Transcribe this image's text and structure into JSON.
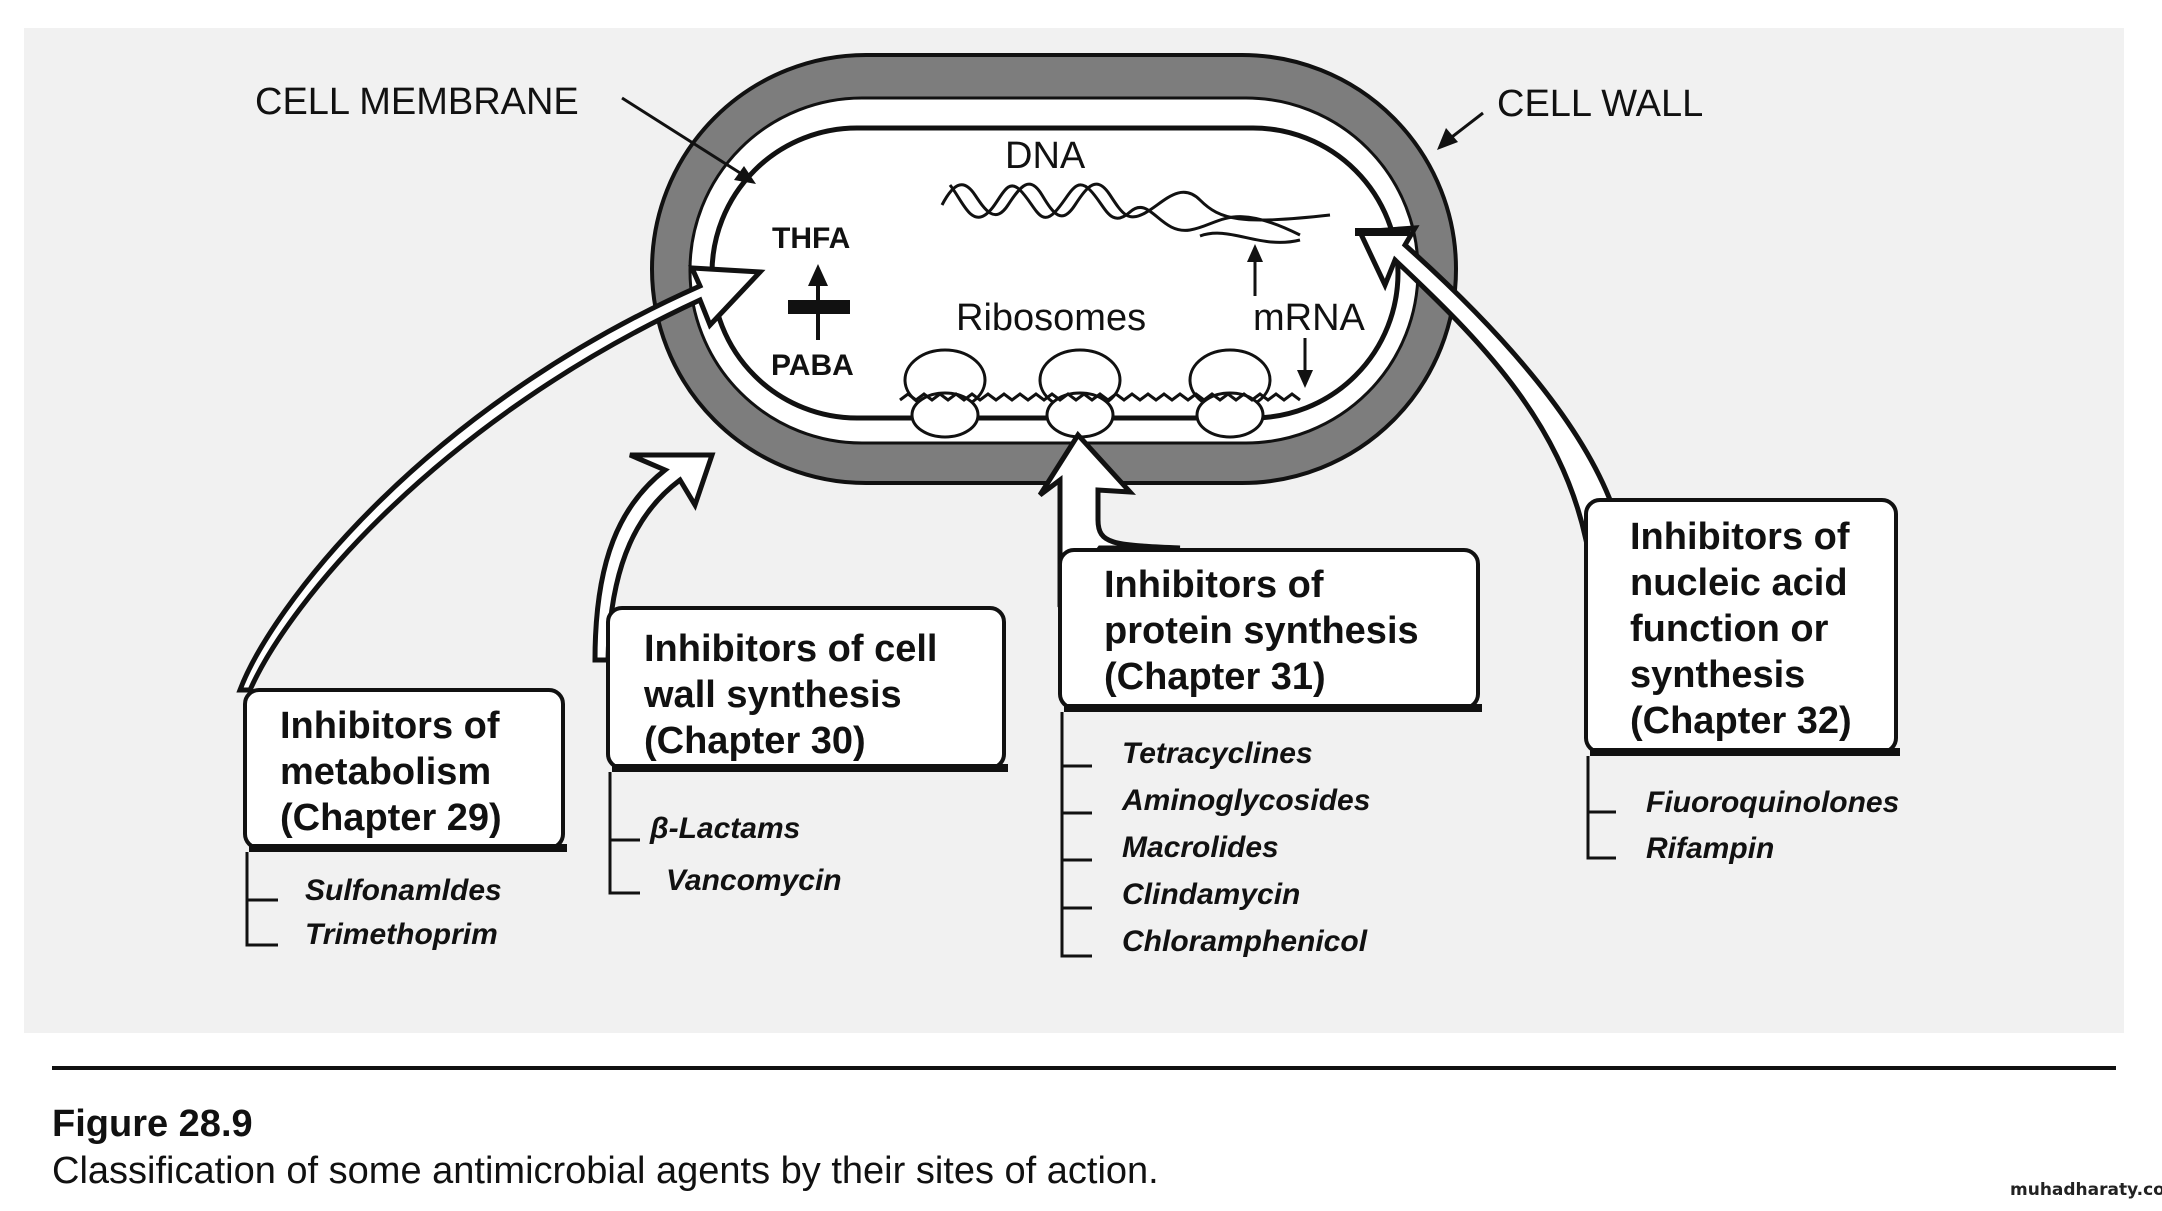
{
  "diagram": {
    "labels": {
      "cell_membrane": "CELL MEMBRANE",
      "cell_wall": "CELL WALL",
      "dna": "DNA",
      "thfa": "THFA",
      "paba": "PABA",
      "ribosomes": "Ribosomes",
      "mrna": "mRNA"
    },
    "groups": [
      {
        "title_lines": [
          "Inhibitors of",
          "metabolism",
          "(Chapter 29)"
        ],
        "target": "THFA / PABA pathway",
        "drugs": [
          "Sulfonamldes",
          "Trimethoprim"
        ]
      },
      {
        "title_lines": [
          "Inhibitors of cell",
          "wall synthesis",
          "(Chapter 30)"
        ],
        "target": "cell wall",
        "drugs": [
          "β-Lactams",
          "Vancomycin"
        ]
      },
      {
        "title_lines": [
          "Inhibitors of",
          "protein synthesis",
          "(Chapter 31)"
        ],
        "target": "ribosomes",
        "drugs": [
          "Tetracyclines",
          "Aminoglycosides",
          "Macrolides",
          "Clindamycin",
          "Chloramphenicol"
        ]
      },
      {
        "title_lines": [
          "Inhibitors of",
          "nucleic acid",
          "function or",
          "synthesis",
          "(Chapter 32)"
        ],
        "target": "DNA / mRNA",
        "drugs": [
          "Fiuoroquinolones",
          "Rifampin"
        ]
      }
    ],
    "colors": {
      "cell_wall": "#7d7d7d",
      "ink": "#111111",
      "background": "#f1f1f1"
    }
  },
  "caption": {
    "figure_number": "Figure 28.9",
    "text": "Classification of some antimicrobial agents by their sites of action."
  },
  "watermark": "muhadharaty.com"
}
